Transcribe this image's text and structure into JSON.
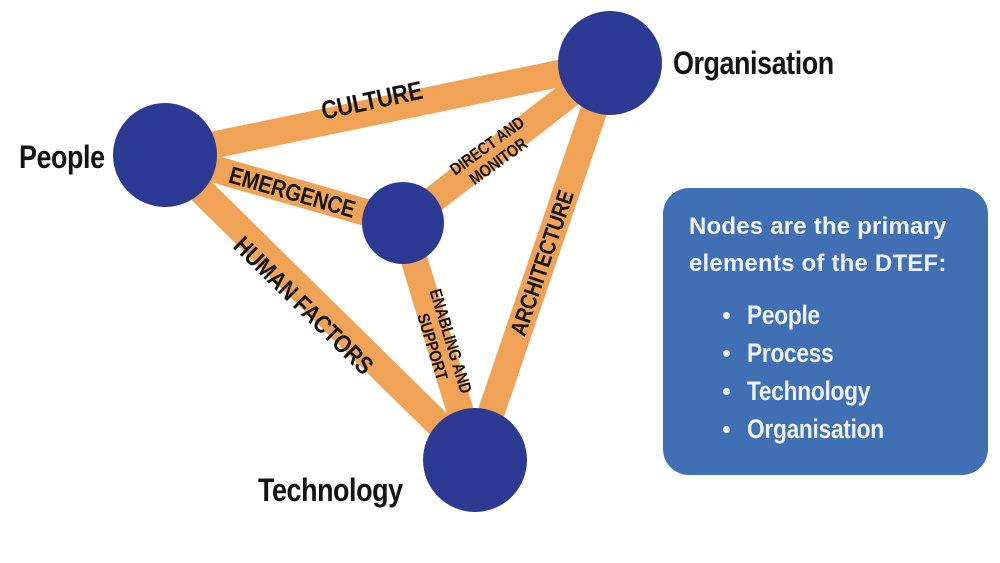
{
  "diagram": {
    "nodes": {
      "people": {
        "label": "People"
      },
      "organisation": {
        "label": "Organisation"
      },
      "technology": {
        "label": "Technology"
      }
    },
    "edges": {
      "culture": {
        "label": "CULTURE"
      },
      "emergence": {
        "label": "EMERGENCE"
      },
      "direct_monitor": {
        "label": "DIRECT AND\nMONITOR"
      },
      "architecture": {
        "label": "ARCHITECTURE"
      },
      "human_factors": {
        "label": "HUMAN FACTORS"
      },
      "enabling_support": {
        "label": "ENABLING AND\nSUPPORT"
      }
    }
  },
  "infobox": {
    "heading": "Nodes are the primary\nelements of the DTEF:",
    "items": [
      "People",
      "Process",
      "Technology",
      "Organisation"
    ]
  },
  "colors": {
    "edge-color": "#f0a356",
    "node-color": "#2c3a94",
    "node-label": "#141414",
    "edge-label": "#141414",
    "box-bg": "#406fb4",
    "box-text": "#eef2f9",
    "page-bg": "#ffffff"
  }
}
